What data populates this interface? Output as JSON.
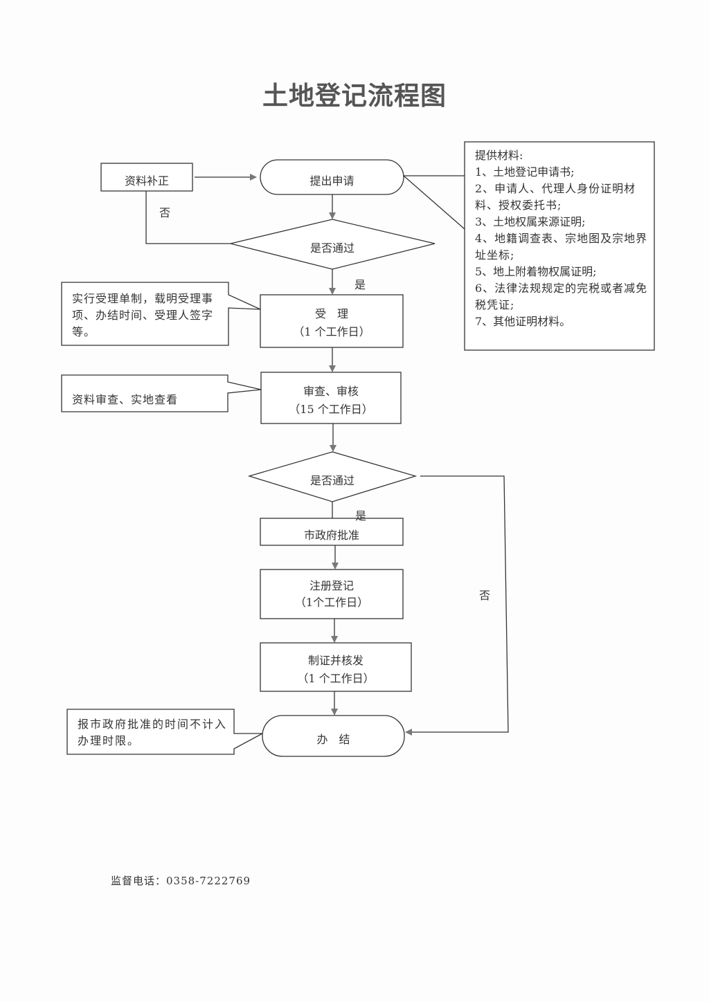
{
  "title": "土地登记流程图",
  "nodes": {
    "supplement": "资料补正",
    "apply": "提出申请",
    "decision1": "是否通过",
    "accept": {
      "line1": "受　理",
      "line2": "（1 个工作日）"
    },
    "review": {
      "line1": "审查、审核",
      "line2": "（15 个工作日）"
    },
    "decision2": "是否通过",
    "approve": "市政府批准",
    "register": {
      "line1": "注册登记",
      "line2": "（1个工作日）"
    },
    "issue": {
      "line1": "制证并核发",
      "line2": "（1 个工作日）"
    },
    "finish": "办　结"
  },
  "edge_labels": {
    "no1": "否",
    "yes1": "是",
    "yes2": "是",
    "no2": "否"
  },
  "callouts": {
    "materials": {
      "heading": "提供材料:",
      "items": [
        "1、土地登记申请书;",
        "2、申请人、代理人身份证明材料、授权委托书;",
        "3、土地权属来源证明;",
        "4、地籍调查表、宗地图及宗地界址坐标;",
        "5、地上附着物权属证明;",
        "6、法律法规规定的完税或者减免税凭证;",
        "7、其他证明材料。"
      ]
    },
    "accept_note": "实行受理单制，载明受理事项、办结时间、受理人签字等。",
    "review_note": "资料审查、实地查看",
    "finish_note": "报市政府批准的时间不计入办理时限。"
  },
  "footer": "监督电话：0358-7222769"
}
